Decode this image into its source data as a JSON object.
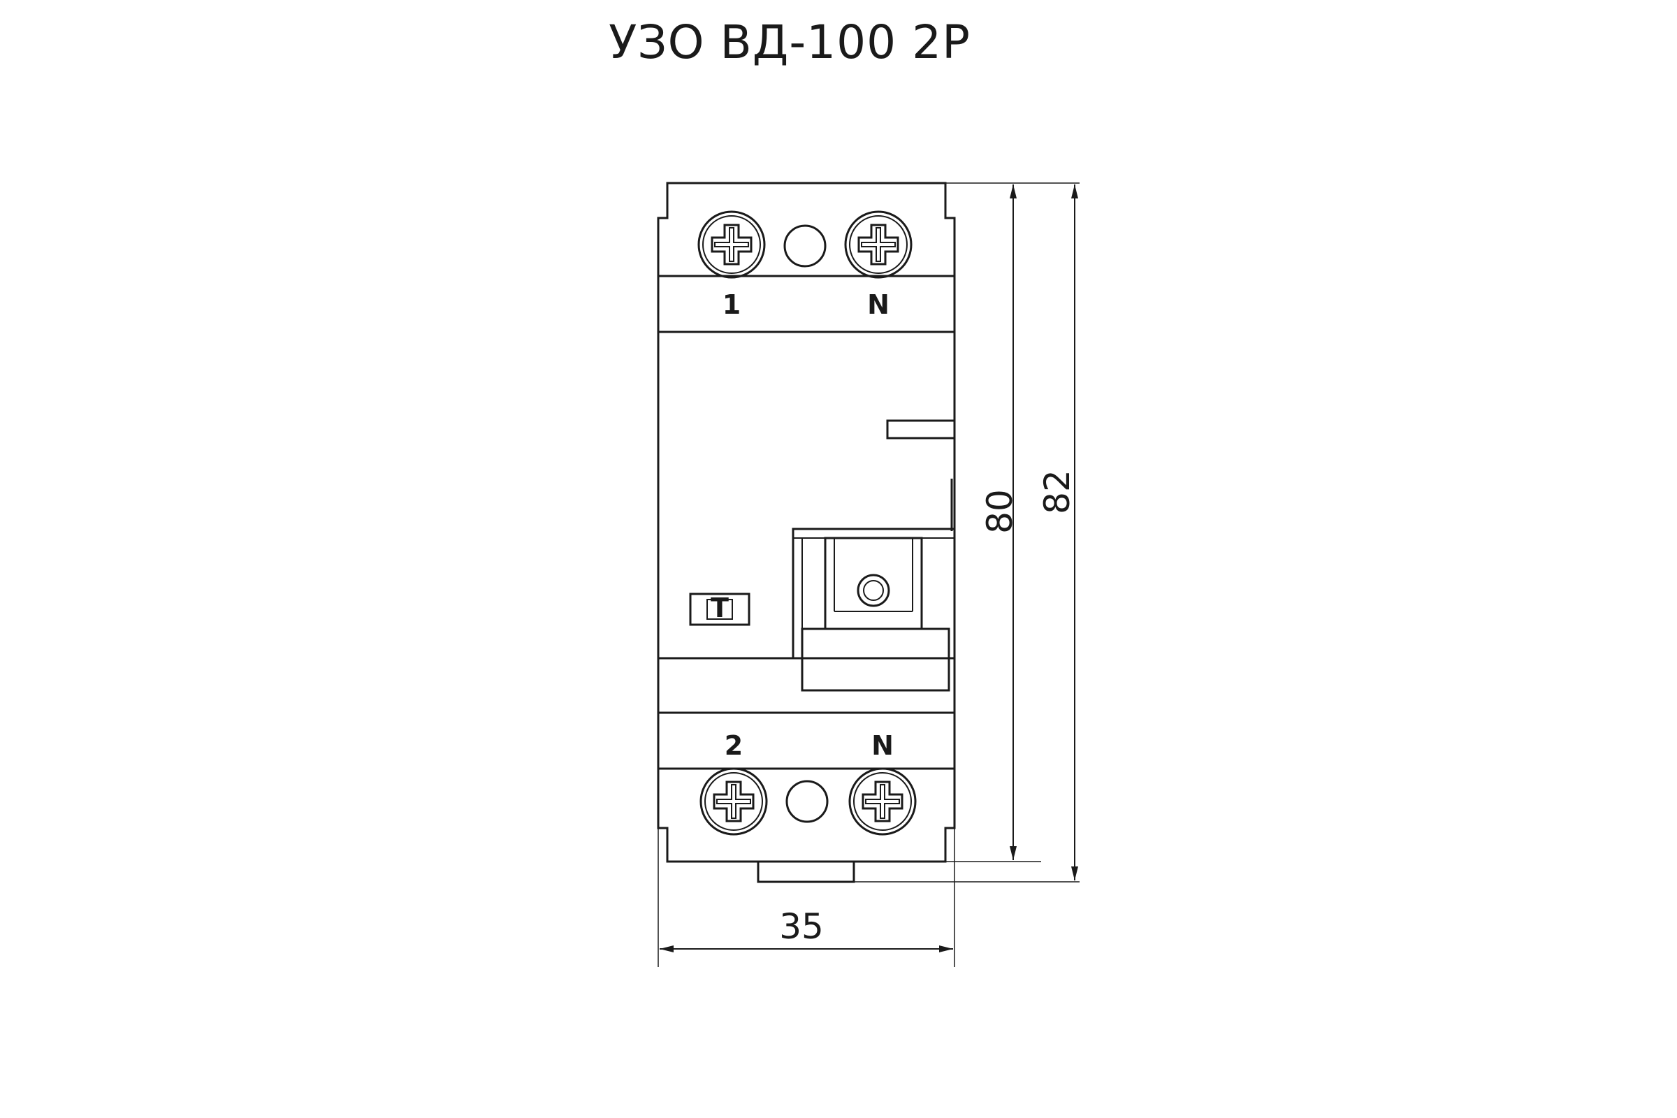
{
  "title": "УЗО ВД-100 2Р",
  "terminals": {
    "top_left": "1",
    "top_right": "N",
    "bottom_left": "2",
    "bottom_right": "N"
  },
  "test_button": "T",
  "dimensions": {
    "width": "35",
    "height_inner": "80",
    "height_outer": "82"
  }
}
